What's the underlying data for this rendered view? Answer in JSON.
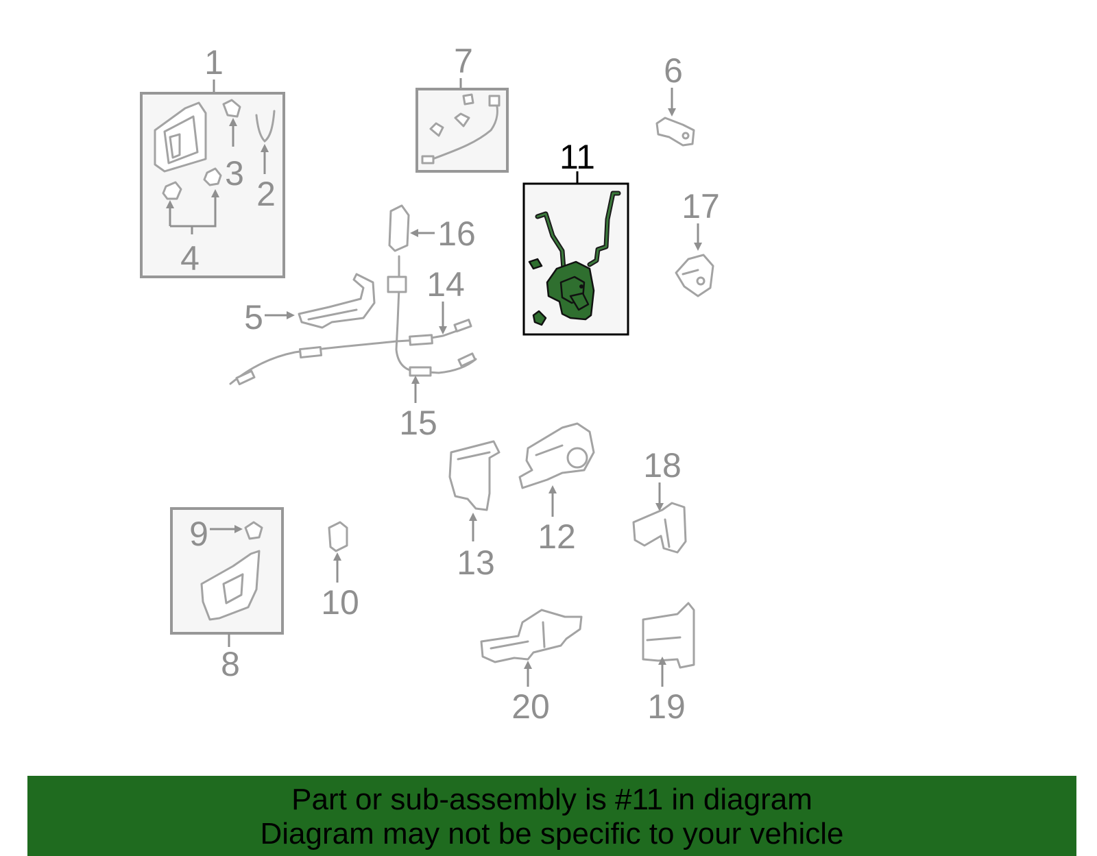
{
  "callouts": {
    "c1": "1",
    "c2": "2",
    "c3": "3",
    "c4": "4",
    "c5": "5",
    "c6": "6",
    "c7": "7",
    "c8": "8",
    "c9": "9",
    "c10": "10",
    "c11": "11",
    "c12": "12",
    "c13": "13",
    "c14": "14",
    "c15": "15",
    "c16": "16",
    "c17": "17",
    "c18": "18",
    "c19": "19",
    "c20": "20"
  },
  "highlighted_part": "11",
  "colors": {
    "highlight_fill": "#2f6f2f",
    "banner_background": "#1f6b1f",
    "callout_gray": "#8f8f8f"
  },
  "footer": {
    "line1": "Part or sub-assembly is #11 in diagram",
    "line2": "Diagram may not be specific to your vehicle"
  }
}
